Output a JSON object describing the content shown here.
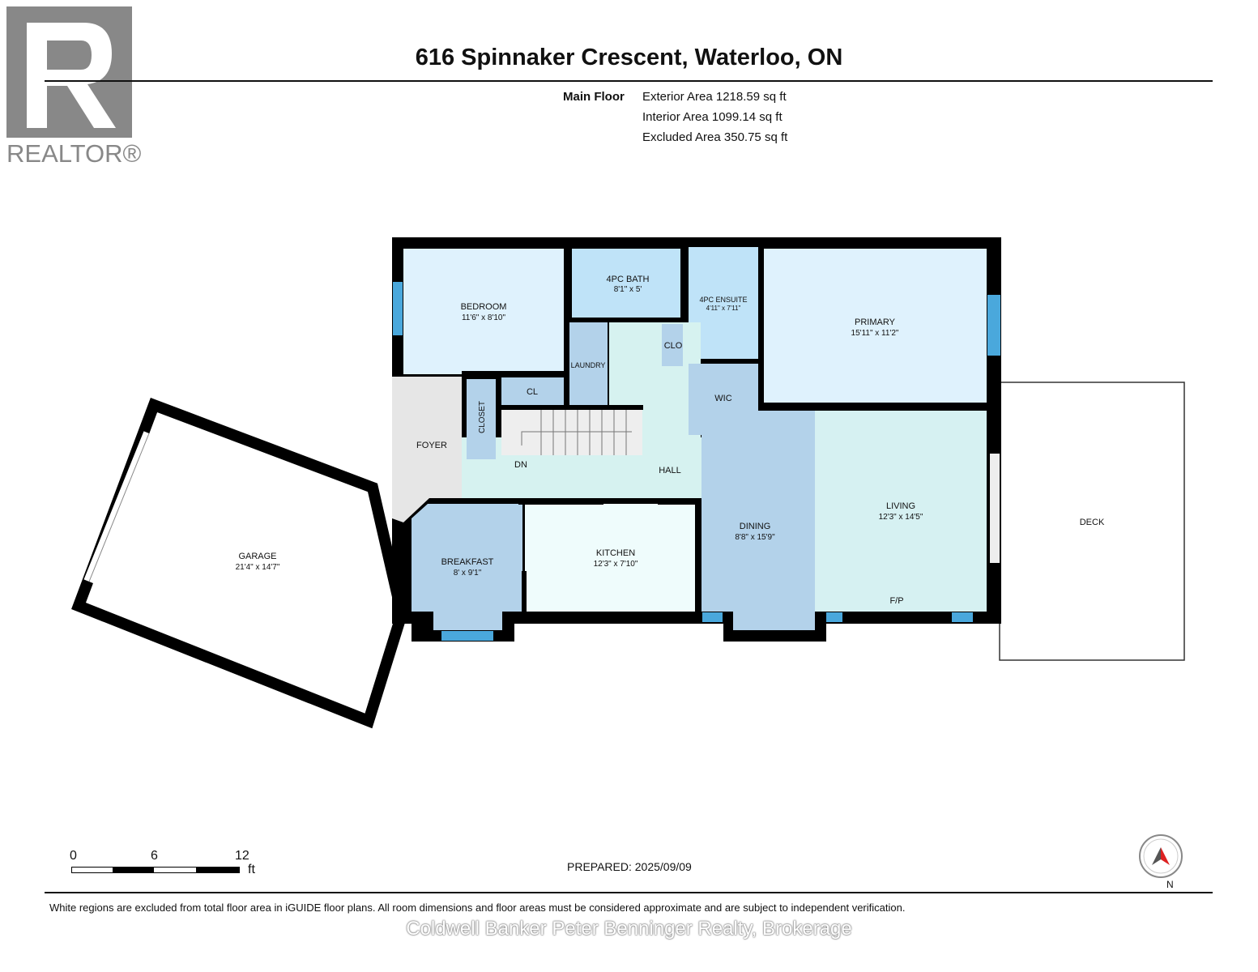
{
  "header": {
    "title": "616 Spinnaker Crescent, Waterloo, ON",
    "logo_text": "REALTOR®",
    "floor_label": "Main Floor",
    "areas": [
      "Exterior Area 1218.59 sq ft",
      "Interior Area 1099.14 sq ft",
      "Excluded Area 350.75 sq ft"
    ]
  },
  "rooms": {
    "bedroom": {
      "name": "BEDROOM",
      "dims": "11'6\" x 8'10\""
    },
    "bath": {
      "name": "4PC BATH",
      "dims": "8'1\" x 5'"
    },
    "ensuite": {
      "name": "4PC ENSUITE",
      "dims": "4'11\" x 7'11\""
    },
    "primary": {
      "name": "PRIMARY",
      "dims": "15'11\" x 11'2\""
    },
    "laundry": {
      "name": "LAUNDRY"
    },
    "clo": {
      "name": "CLO"
    },
    "cl": {
      "name": "CL"
    },
    "closet": {
      "name": "CLOSET"
    },
    "wic": {
      "name": "WIC"
    },
    "foyer": {
      "name": "FOYER"
    },
    "dn": {
      "name": "DN"
    },
    "hall": {
      "name": "HALL"
    },
    "garage": {
      "name": "GARAGE",
      "dims": "21'4\" x 14'7\""
    },
    "breakfast": {
      "name": "BREAKFAST",
      "dims": "8' x 9'1\""
    },
    "kitchen": {
      "name": "KITCHEN",
      "dims": "12'3\" x 7'10\""
    },
    "dining": {
      "name": "DINING",
      "dims": "8'8\" x 15'9\""
    },
    "living": {
      "name": "LIVING",
      "dims": "12'3\" x 14'5\""
    },
    "fp": {
      "name": "F/P"
    },
    "deck": {
      "name": "DECK"
    }
  },
  "footer": {
    "scale": {
      "ticks": [
        "0",
        "6",
        "12"
      ],
      "unit": "ft"
    },
    "prepared": "PREPARED: 2025/09/09",
    "compass_label": "N",
    "disclaimer": "White regions are excluded from total floor area in iGUIDE floor plans. All room dimensions and floor areas must be considered approximate and are subject to independent verification.",
    "watermark": "Coldwell Banker Peter Benninger Realty, Brokerage"
  },
  "colors": {
    "wall": "#000000",
    "light_blue": "#dff2fd",
    "mid_blue": "#bfe3f8",
    "steel_blue": "#b3d2ea",
    "hall": "#d6f2f0",
    "kitchen": "#effcfc",
    "window": "#4aa8dc"
  }
}
